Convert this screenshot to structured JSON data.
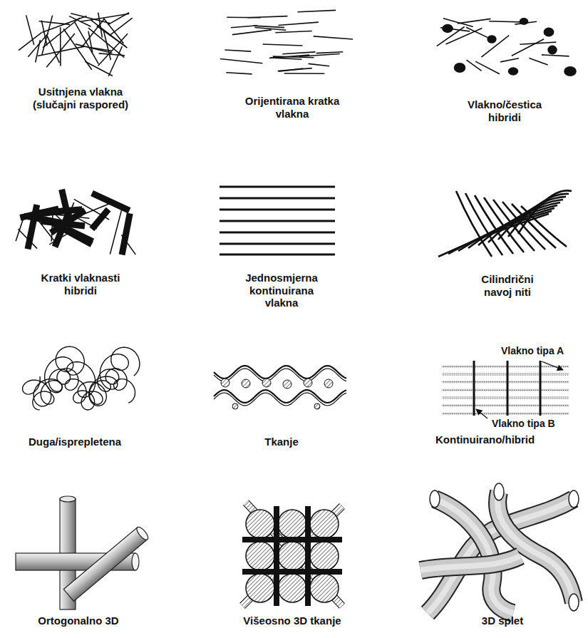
{
  "diagram": {
    "labels": [
      "Usitnjena vlakna (slučajni raspored)",
      "Orijentirana kratka vlakna",
      "Vlakno/čestica hibridi",
      "Kratki vlaknasti hibridi",
      "Jednosmjerna kontinuirana vlakna",
      "Cilindrični navoj niti",
      "Vlakno tipa A",
      "Duga/isprepletena",
      "Tkanje",
      "Vlakno tipa B",
      "Kontinuirano/hibrid",
      "Ortogonalno 3D",
      "Višeosno 3D tkanje",
      "3D splet"
    ]
  }
}
